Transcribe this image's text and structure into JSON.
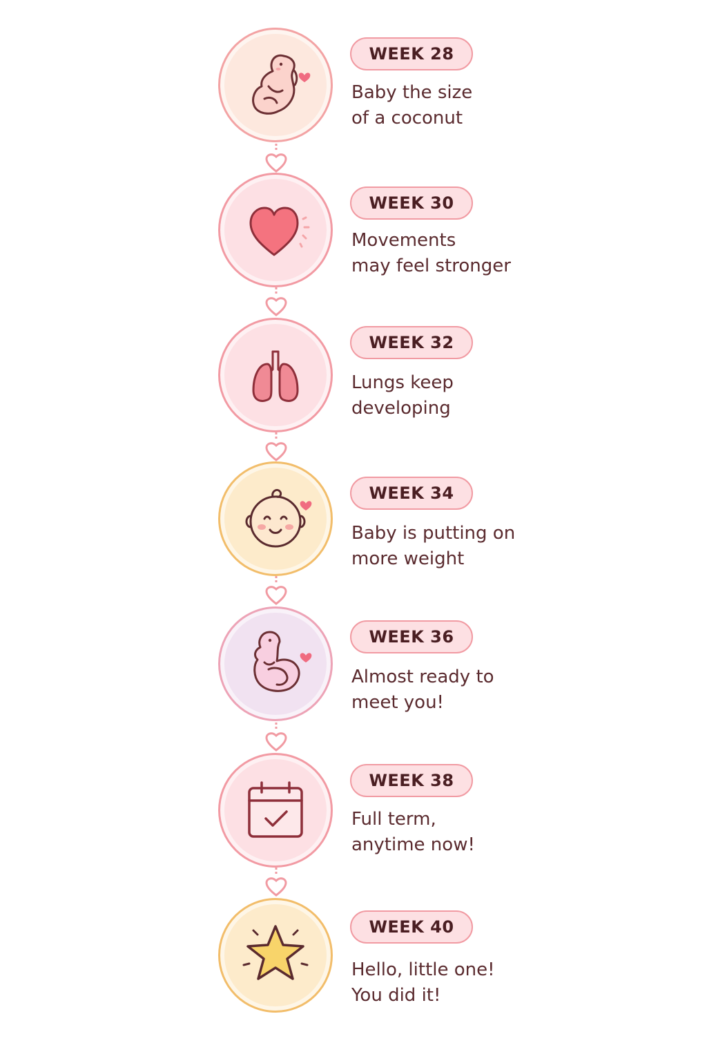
{
  "colors": {
    "accent": "#f19aa2",
    "text": "#5a2a2e",
    "badge_fill": "#fde0e3",
    "heart": "#f06b80",
    "star": "#f8d46a"
  },
  "stages": [
    {
      "week": "WEEK 28",
      "line1": "Baby the size",
      "line2": "of a coconut",
      "icon": "fetus-icon"
    },
    {
      "week": "WEEK 30",
      "line1": "Movements",
      "line2": "may feel stronger",
      "icon": "heart-icon"
    },
    {
      "week": "WEEK 32",
      "line1": "Lungs keep",
      "line2": "developing",
      "icon": "lungs-icon"
    },
    {
      "week": "WEEK 34",
      "line1": "Baby is putting on",
      "line2": "more weight",
      "icon": "baby-face-icon"
    },
    {
      "week": "WEEK 36",
      "line1": "Almost ready to",
      "line2": "meet you!",
      "icon": "curled-baby-icon"
    },
    {
      "week": "WEEK 38",
      "line1": "Full term,",
      "line2": "anytime now!",
      "icon": "calendar-check-icon"
    },
    {
      "week": "WEEK 40",
      "line1": "Hello, little one!",
      "line2": "You did it!",
      "icon": "star-icon"
    }
  ]
}
